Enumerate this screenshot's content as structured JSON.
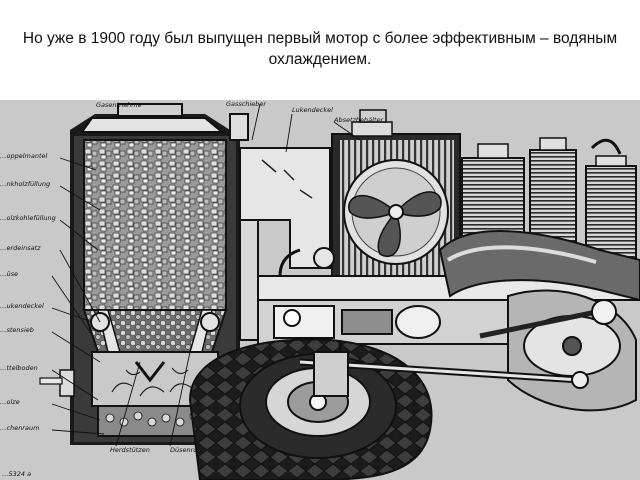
{
  "slide": {
    "caption": "Но уже в 1900 году был выпущен первый мотор с более эффективным – водяным охлаждением."
  },
  "figure": {
    "labels": {
      "top_left": "Gasentnahme",
      "top_center": "Gasschieber",
      "lukendeckel_top": "Lukendeckel",
      "absetzbehaelter": "Absetzbehälter",
      "doppelmantel": "…oppelmantel",
      "holzfuellung": "…nkholzfüllung",
      "holzkohlefuellung": "…olzkohlefüllung",
      "herdeinsatz": "…erdeinsatz",
      "duese": "…üse",
      "lukendeckel_left": "…ukendeckel",
      "rost": "…stensieb",
      "rostboden": "…ttelboden",
      "schuerloch": "…olze",
      "aschenraum": "…chenraum",
      "herdstuetzen": "Herdstützen",
      "duesenrohr": "Düsenrohr",
      "plate_mark": "…5324 a"
    },
    "colors": {
      "paper": "#cfcfcf",
      "ink": "#141414",
      "mid": "#7a7a7a",
      "light": "#e8e8e8"
    }
  }
}
